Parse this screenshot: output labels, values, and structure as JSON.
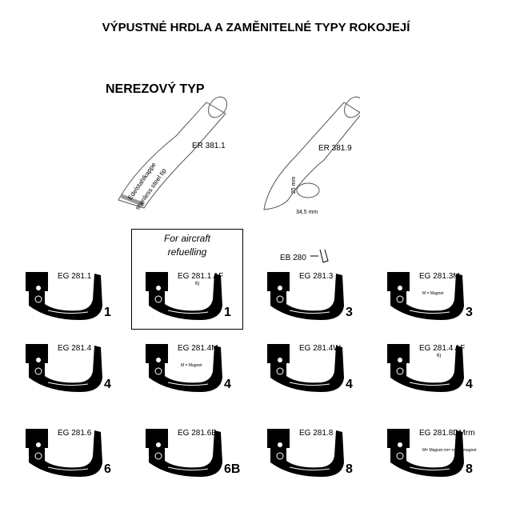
{
  "title": "VÝPUSTNÉ HRDLA A ZAMĚNITELNÉ TYPY ROKOJEJÍ",
  "section_heading": "NEREZOVÝ TYP",
  "spouts": [
    {
      "code": "ER 381.1",
      "tip_label_de": "Edelstahlkappe",
      "tip_label_en": "stainless steel tip"
    },
    {
      "code": "ER 381.9",
      "dim_height": "25 mm",
      "dim_width": "34,5 mm"
    }
  ],
  "aircraft_box": {
    "line1": "For aircraft",
    "line2": "refuelling"
  },
  "clip_label": "EB 280",
  "handles": [
    {
      "code": "EG 281.1",
      "number": "1",
      "note": "",
      "magnet": ""
    },
    {
      "code": "EG 281.1 AF",
      "number": "1",
      "note": "6)",
      "magnet": ""
    },
    {
      "code": "EG 281.3",
      "number": "3",
      "note": "",
      "magnet": ""
    },
    {
      "code": "EG 281.3M",
      "number": "3",
      "note": "",
      "magnet": "M = Magnet"
    },
    {
      "code": "EG 281.4",
      "number": "4",
      "note": "",
      "magnet": ""
    },
    {
      "code": "EG 281.4M",
      "number": "4",
      "note": "",
      "magnet": "M = Magnet"
    },
    {
      "code": "EG 281.4W",
      "number": "4",
      "note": "",
      "magnet": ""
    },
    {
      "code": "EG 281.4 AF",
      "number": "4",
      "note": "6)",
      "magnet": ""
    },
    {
      "code": "EG 281.6",
      "number": "6",
      "note": "",
      "magnet": ""
    },
    {
      "code": "EG 281.6B",
      "number": "6B",
      "note": "",
      "magnet": ""
    },
    {
      "code": "EG 281.8",
      "number": "8",
      "note": "",
      "magnet": ""
    },
    {
      "code": "EG 281.8DMrm",
      "number": "8",
      "note": "",
      "magnet": "M= Magnet  rm= round magnet"
    }
  ]
}
